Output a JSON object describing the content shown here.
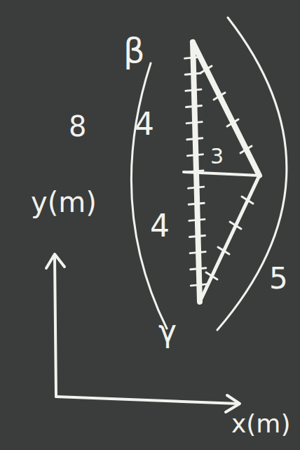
{
  "diagram": {
    "labels": [
      "β",
      "8",
      "4",
      "3",
      "y(m)",
      "4",
      "5",
      "γ",
      "x(m)"
    ]
  }
}
